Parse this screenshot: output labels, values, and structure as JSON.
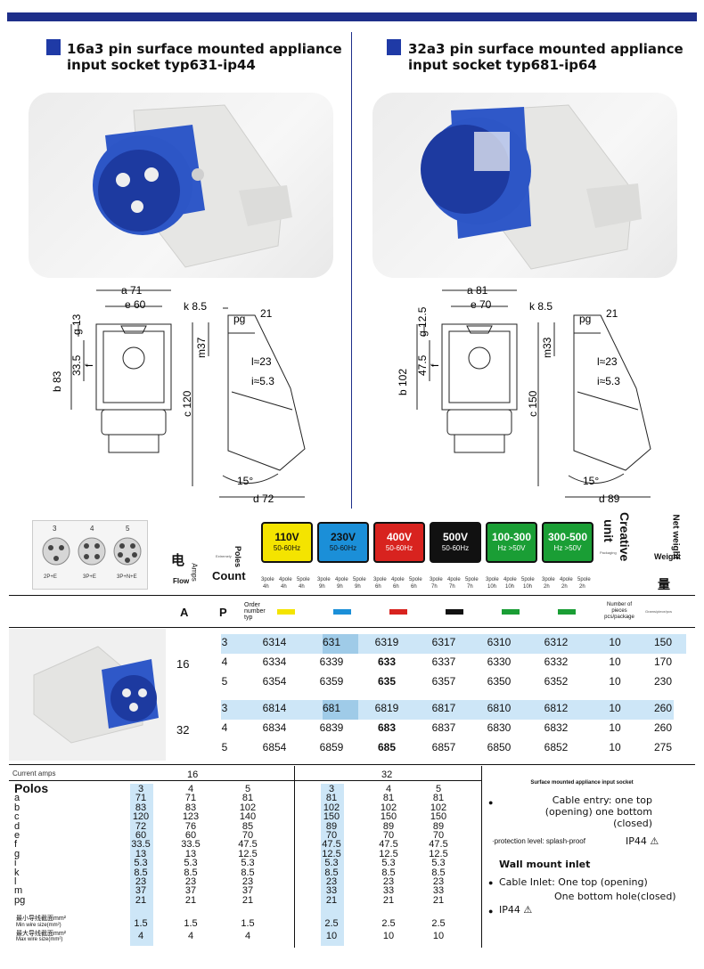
{
  "left_panel": {
    "title_line1": "16a3 pin surface mounted appliance",
    "title_line2": "input socket typ631-ip44",
    "dims": {
      "a": "a 71",
      "e": "e 60",
      "g": "g 13",
      "f": "f",
      "f_val": "33.5",
      "b": "b 83",
      "k": "k 8.5",
      "pg": "pg",
      "pg_val": "21",
      "m": "m37",
      "l": "l≈23",
      "i": "i≈5.3",
      "c": "c 120",
      "angle": "15°",
      "d": "d 72"
    }
  },
  "right_panel": {
    "title_line1": "32a3 pin surface mounted appliance",
    "title_line2": "input socket typ681-ip64",
    "dims": {
      "a": "a 81",
      "e": "e 70",
      "g": "g 12.5",
      "f": "f",
      "f_val": "47.5",
      "b": "b 102",
      "k": "k 8.5",
      "pg": "pg",
      "pg_val": "21",
      "m": "m33",
      "l": "l≈23",
      "i": "i≈5.3",
      "c": "c 150",
      "angle": "15°",
      "d": "d 89"
    }
  },
  "pin_config": {
    "labels_top": [
      "3",
      "4",
      "5"
    ],
    "labels_bottom": [
      "2P+E",
      "3P+E",
      "3P+N+E"
    ]
  },
  "header_row": {
    "dian": "电",
    "flow": "Flow",
    "amps": "Amps",
    "poles_small": "Extremely",
    "poles": "Poles",
    "count": "Count",
    "voltages": [
      {
        "label": "110V",
        "hz": "50-60Hz",
        "color": "#f4e400",
        "text": "#111111"
      },
      {
        "label": "230V",
        "hz": "50-60Hz",
        "color": "#1b8fd8",
        "text": "#111111"
      },
      {
        "label": "400V",
        "hz": "50-60Hz",
        "color": "#d8231f",
        "text": "#ffffff"
      },
      {
        "label": "500V",
        "hz": "50-60Hz",
        "color": "#111111",
        "text": "#ffffff"
      },
      {
        "label": "100-300",
        "hz": "Hz >50V",
        "color": "#1a9e35",
        "text": "#ffffff"
      },
      {
        "label": "300-500",
        "hz": "Hz >50V",
        "color": "#1a9e35",
        "text": "#ffffff"
      }
    ],
    "pole_time": [
      [
        "3pole",
        "4pole",
        "5pole",
        "4h",
        "4h",
        "4h"
      ],
      [
        "3pole",
        "4pole",
        "5pole",
        "9h",
        "9h",
        "9h"
      ],
      [
        "3pole",
        "4pole",
        "5pole",
        "6h",
        "6h",
        "6h"
      ],
      [
        "3pole",
        "4pole",
        "5pole",
        "7h",
        "7h",
        "7h"
      ],
      [
        "3pole",
        "4pole",
        "5pole",
        "10h",
        "10h",
        "10h"
      ],
      [
        "3pole",
        "4pole",
        "5pole",
        "2h",
        "2h",
        "2h"
      ]
    ],
    "packaging_small": "Packaging",
    "creative": "Creative",
    "unit": "unit",
    "weight": "Weight",
    "net_weight": "Net weight",
    "liang": "量"
  },
  "order_header": {
    "A": "A",
    "P": "P",
    "order_number": "Order number typ",
    "pieces": "Number of pieces pcs/package",
    "grams": "Grams/piece/pcs",
    "swatch_colors": [
      "#f4e400",
      "#1b8fd8",
      "#d8231f",
      "#111111",
      "#1a9e35",
      "#1a9e35"
    ]
  },
  "order_table": {
    "groups": [
      {
        "amps": "16",
        "rows": [
          {
            "poles": "3",
            "codes": [
              "6314",
              "631",
              "6319",
              "6317",
              "6310",
              "6312"
            ],
            "pcs": "10",
            "weight": "150"
          },
          {
            "poles": "4",
            "codes": [
              "6334",
              "6339",
              "633",
              "6337",
              "6330",
              "6332"
            ],
            "pcs": "10",
            "weight": "170"
          },
          {
            "poles": "5",
            "codes": [
              "6354",
              "6359",
              "635",
              "6357",
              "6350",
              "6352"
            ],
            "pcs": "10",
            "weight": "230"
          }
        ]
      },
      {
        "amps": "32",
        "rows": [
          {
            "poles": "3",
            "codes": [
              "6814",
              "681",
              "6819",
              "6817",
              "6810",
              "6812"
            ],
            "pcs": "10",
            "weight": "260"
          },
          {
            "poles": "4",
            "codes": [
              "6834",
              "6839",
              "683",
              "6837",
              "6830",
              "6832"
            ],
            "pcs": "10",
            "weight": "260"
          },
          {
            "poles": "5",
            "codes": [
              "6854",
              "6859",
              "685",
              "6857",
              "6850",
              "6852"
            ],
            "pcs": "10",
            "weight": "275"
          }
        ]
      }
    ]
  },
  "dims_table": {
    "current_label": "Current amps",
    "amps_16": "16",
    "amps_32": "32",
    "polos": "Polos",
    "row_labels": [
      "a",
      "b",
      "c",
      "d",
      "e",
      "f",
      "g",
      "i",
      "k",
      "l",
      "m",
      "pg"
    ],
    "col_poles": [
      "3",
      "4",
      "5",
      "3",
      "4",
      "5"
    ],
    "cols": [
      [
        "71",
        "83",
        "120",
        "72",
        "60",
        "33.5",
        "13",
        "5.3",
        "8.5",
        "23",
        "37",
        "21",
        "1.5",
        "4"
      ],
      [
        "71",
        "83",
        "123",
        "76",
        "60",
        "33.5",
        "13",
        "5.3",
        "8.5",
        "23",
        "37",
        "21",
        "1.5",
        "4"
      ],
      [
        "81",
        "102",
        "140",
        "85",
        "70",
        "47.5",
        "12.5",
        "5.3",
        "8.5",
        "23",
        "37",
        "21",
        "1.5",
        "4"
      ],
      [
        "81",
        "102",
        "150",
        "89",
        "70",
        "47.5",
        "12.5",
        "5.3",
        "8.5",
        "23",
        "33",
        "21",
        "2.5",
        "10"
      ],
      [
        "81",
        "102",
        "150",
        "89",
        "70",
        "47.5",
        "12.5",
        "5.3",
        "8.5",
        "23",
        "33",
        "21",
        "2.5",
        "10"
      ],
      [
        "81",
        "102",
        "150",
        "89",
        "70",
        "47.5",
        "12.5",
        "5.3",
        "8.5",
        "23",
        "33",
        "21",
        "2.5",
        "10"
      ]
    ],
    "min_wire_cn": "最小导线截面mm²",
    "min_wire_en": "Min wire size(mm²)",
    "max_wire_cn": "最大导线截面mm²",
    "max_wire_en": "Max wire size(mm²)"
  },
  "notes": {
    "heading": "Surface mounted appliance input socket",
    "cable_entry": "Cable entry: one top (opening) one bottom (closed)",
    "protection": "·protection level: splash-proof",
    "ip44_a": "IP44",
    "wall_mount": "Wall mount inlet",
    "cable_inlet": "Cable Inlet: One top (opening)",
    "bottom_hole": "One bottom hole(closed)",
    "ip44_b": "IP44"
  }
}
